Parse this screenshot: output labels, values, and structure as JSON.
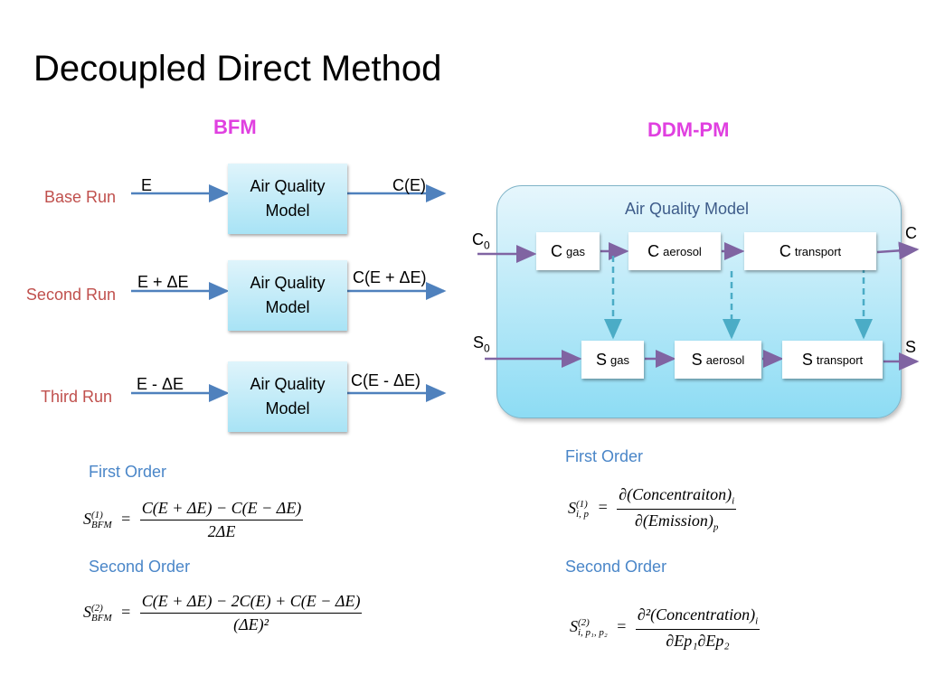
{
  "title": "Decoupled Direct Method",
  "bfm": {
    "heading": "BFM",
    "runs": [
      {
        "label": "Base Run",
        "input": "E",
        "model": "Air Quality Model",
        "output": "C(E)"
      },
      {
        "label": "Second Run",
        "input": "E + ΔE",
        "model": "Air Quality Model",
        "output": "C(E + ΔE)"
      },
      {
        "label": "Third Run",
        "input": "E - ΔE",
        "model": "Air Quality Model",
        "output": "C(E - ΔE)"
      }
    ],
    "first_order": {
      "label": "First Order",
      "lhs_sym": "S",
      "lhs_sup": "(1)",
      "lhs_sub": "BFM",
      "numerator": "C(E + ΔE) − C(E − ΔE)",
      "denominator": "2ΔE"
    },
    "second_order": {
      "label": "Second Order",
      "lhs_sym": "S",
      "lhs_sup": "(2)",
      "lhs_sub": "BFM",
      "numerator": "C(E + ΔE) − 2C(E) + C(E − ΔE)",
      "denominator": "(ΔE)²"
    }
  },
  "ddm": {
    "heading": "DDM-PM",
    "panel_label": "Air Quality Model",
    "c_in_main": "C",
    "c_in_sub": "0",
    "s_in_main": "S",
    "s_in_sub": "0",
    "c_out": "C",
    "s_out": "S",
    "c_boxes": [
      {
        "main": "C",
        "sub": "gas"
      },
      {
        "main": "C",
        "sub": "aerosol"
      },
      {
        "main": "C",
        "sub": "transport"
      }
    ],
    "s_boxes": [
      {
        "main": "S",
        "sub": "gas"
      },
      {
        "main": "S",
        "sub": "aerosol"
      },
      {
        "main": "S",
        "sub": "transport"
      }
    ],
    "first_order": {
      "label": "First Order",
      "lhs_sym": "S",
      "lhs_sup": "(1)",
      "lhs_sub": "i, p",
      "numerator": "∂(Concentraiton)",
      "numerator_sub": "i",
      "denominator": "∂(Emission)",
      "denominator_sub": "p"
    },
    "second_order": {
      "label": "Second Order",
      "lhs_sym": "S",
      "lhs_sup": "(2)",
      "lhs_sub": "i, p₁, p₂",
      "numerator": "∂²(Concentration)",
      "numerator_sub": "i",
      "denominator": "∂Ep₁∂Ep₂"
    }
  },
  "colors": {
    "heading": "#e040e0",
    "run_label": "#c0504d",
    "blue_arrow": "#4f81bd",
    "purple_arrow": "#8064a2",
    "dashed_arrow": "#4bacc6",
    "section_label": "#4a86c8"
  }
}
